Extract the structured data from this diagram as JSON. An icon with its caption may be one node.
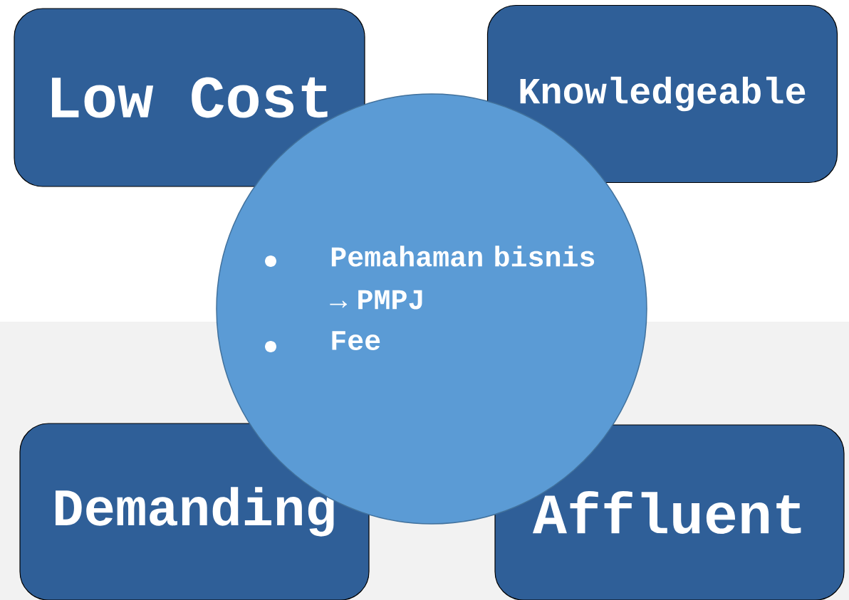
{
  "diagram": {
    "nodes": [
      {
        "text": [
          "Low Cost"
        ]
      },
      {
        "text": [
          "Knowledgeable"
        ]
      },
      {
        "text": [
          "Demanding"
        ]
      },
      {
        "text": [
          "Affluent"
        ]
      },
      {
        "text": [
          "Pemahaman bisnis → PMPJ",
          "Fee"
        ]
      }
    ]
  }
}
